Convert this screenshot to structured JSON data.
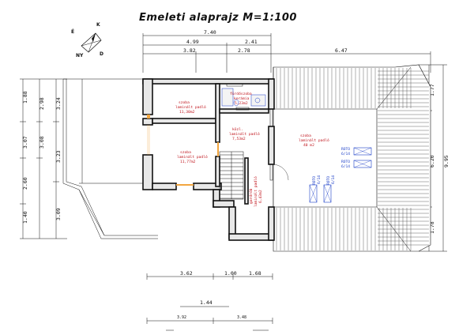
{
  "title": "Emeleti alaprajz M=1:100",
  "compass": [
    "É",
    "K",
    "D",
    "NY"
  ],
  "dimensions": {
    "top_total": "7.40",
    "top_row1": [
      "4.99",
      "2.41"
    ],
    "top_row2": [
      "3.82",
      "2.78",
      "6.47"
    ],
    "left_col1": [
      "1.88",
      "3.07",
      "2.60",
      "1.40"
    ],
    "left_col2": [
      "2.98",
      "3.08"
    ],
    "left_col3": [
      "3.24",
      "3.23",
      "3.09"
    ],
    "right_col1": [
      "1.77",
      "6.20",
      "1.78"
    ],
    "right_col2": "9.95",
    "bottom_row1": [
      "3.62",
      "1.00",
      "1.68"
    ],
    "bottom_row2": "1.44",
    "bottom_row3": [
      "3.92",
      "3.48"
    ]
  },
  "rooms": [
    {
      "name": "fürdőszoba",
      "floor": "kerámia",
      "area": "5,23m2"
    },
    {
      "name": "szoba",
      "floor": "laminált padló",
      "area": "11,30m2"
    },
    {
      "name": "közl.",
      "floor": "laminált padló",
      "area": "7,53m2"
    },
    {
      "name": "szoba",
      "floor": "laminált padló",
      "area": "40 m2"
    },
    {
      "name": "szoba",
      "floor": "laminált padló",
      "area": "11,77m2"
    },
    {
      "name": "gardrób",
      "floor": "laminált padló",
      "area": "6,43m2"
    }
  ],
  "windows": [
    {
      "label": "ROTO",
      "size": "6/14"
    },
    {
      "label": "ROTO",
      "size": "6/14"
    },
    {
      "label": "ROTO",
      "size": "6/14"
    },
    {
      "label": "ROTO",
      "size": "6/14"
    }
  ]
}
